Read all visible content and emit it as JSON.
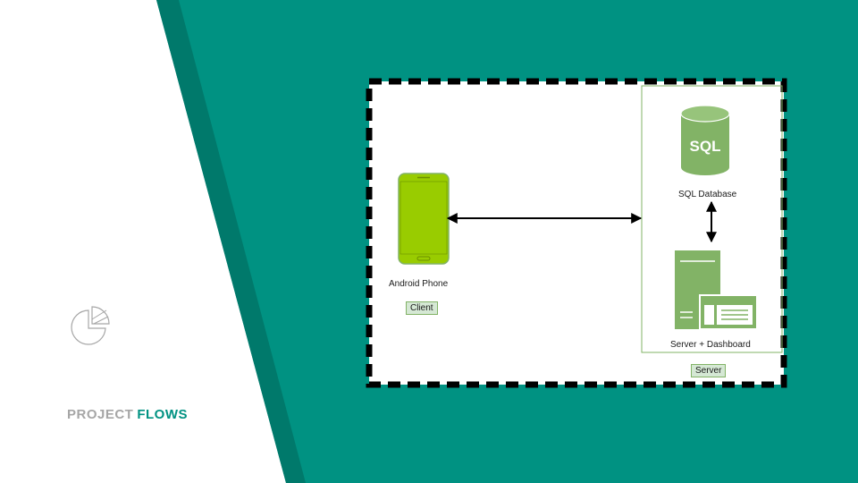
{
  "slide": {
    "title_part1": "PROJECT",
    "title_part2": "FLOWS",
    "icon": "pie-chart-icon",
    "colors": {
      "accent": "#009282",
      "secondary": "#00796b",
      "muted": "#a6a6a6",
      "device_green": "#99cc00",
      "server_green": "#82b366"
    }
  },
  "diagram": {
    "client": {
      "node_label": "Android Phone",
      "group_label": "Client"
    },
    "server": {
      "group_label": "Server",
      "database_label": "SQL Database",
      "database_icon_text": "SQL",
      "server_label": "Server + Dashboard"
    }
  }
}
